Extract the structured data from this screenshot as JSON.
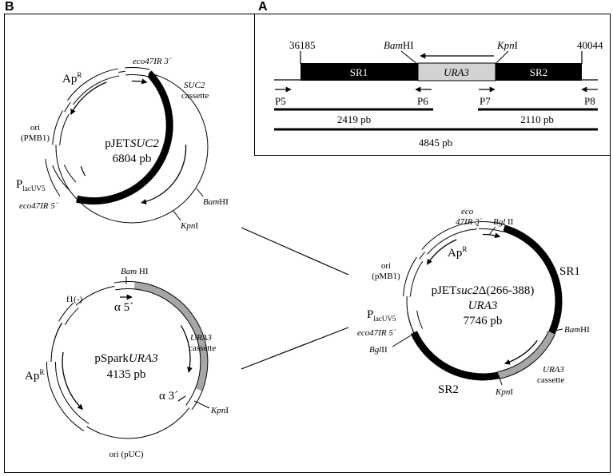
{
  "panels": {
    "a": "A",
    "b": "B"
  },
  "map_a": {
    "coord_start": "36185",
    "coord_end": "40044",
    "site_left": "BamHI",
    "site_right": "KpnI",
    "site_left_parts": [
      "Bam",
      "HI"
    ],
    "site_right_parts": [
      "Kpn",
      "I"
    ],
    "sr1": "SR1",
    "marker": "URA3",
    "sr2": "SR2",
    "primers": [
      "P5",
      "P6",
      "P7",
      "P8"
    ],
    "len_left": "2419 pb",
    "len_right": "2110 pb",
    "len_total": "4845 pb"
  },
  "plasmid_suc2": {
    "name_prefix": "pJET",
    "name_gene": "SUC2",
    "size": "6804 pb",
    "amp_base": "Ap",
    "amp_sup": "R",
    "ori": [
      "ori",
      "(PMB1)"
    ],
    "plac_base": "P",
    "plac_sub": "lacUV5",
    "eco_3": "eco47IR 3´",
    "eco_5": "eco47IR 5´",
    "cassette_gene": "SUC2",
    "cassette_word": "cassette",
    "bamhi": [
      "Bam",
      "HI"
    ],
    "kpni": [
      "Kpn",
      "I"
    ]
  },
  "plasmid_spark": {
    "name_prefix": "pSpark",
    "name_gene": "URA3",
    "size": "4135 pb",
    "f1": "f1(-)",
    "bamhi": "Bam HI",
    "alpha5": "α 5´",
    "alpha3": "α 3´",
    "amp_base": "Ap",
    "amp_sup": "R",
    "ori": "ori (pUC)",
    "cassette_gene": "URA3",
    "cassette_word": "cassette",
    "kpni": [
      "Kpn",
      "I"
    ]
  },
  "plasmid_final": {
    "name_prefix": "pJET",
    "name_gene": "suc2",
    "name_suffix": "Δ(266-388)",
    "marker": "URA3",
    "size": "7746 pb",
    "eco_top": [
      "eco",
      "47IR 3´"
    ],
    "bglii_top": [
      "Bgl",
      " II"
    ],
    "amp_base": "Ap",
    "amp_sup": "R",
    "ori": [
      "ori",
      "(pMB1)"
    ],
    "plac_base": "P",
    "plac_sub": "lacUV5",
    "eco_5": "eco47IR 5´",
    "bglii_bottom": [
      "Bgl",
      "II"
    ],
    "sr1": "SR1",
    "sr2": "SR2",
    "bamhi": [
      "Bam",
      "HI"
    ],
    "kpni": [
      "Kpn",
      "I"
    ],
    "cassette_gene": "URA3",
    "cassette_word": "cassette"
  }
}
